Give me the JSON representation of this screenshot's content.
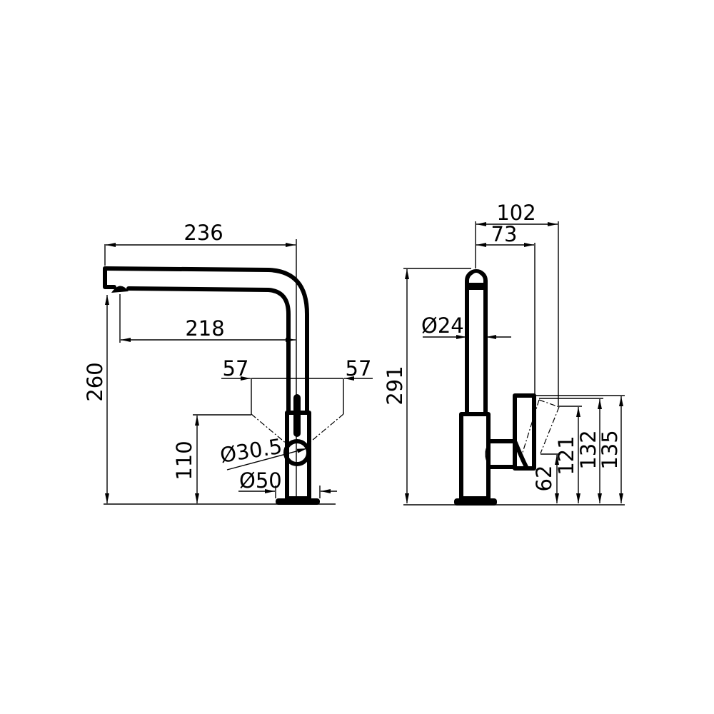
{
  "drawing": {
    "type": "technical-dimension-drawing",
    "subject": "kitchen mixer tap",
    "line_color": "#000000",
    "background": "#ffffff"
  },
  "front_view": {
    "dimensions": {
      "spout_reach_total": "236",
      "spout_reach_outlet": "218",
      "height_outlet": "260",
      "lever_height": "110",
      "lever_swing_left": "57",
      "lever_swing_right": "57",
      "lever_diameter": "Ø30.5",
      "base_diameter": "Ø50"
    }
  },
  "side_view": {
    "dimensions": {
      "total_height": "291",
      "spout_diameter": "Ø24",
      "depth_total": "102",
      "depth_handle": "73",
      "handle_h1": "62",
      "handle_h2": "121",
      "handle_h3": "132",
      "handle_h4": "135"
    }
  }
}
